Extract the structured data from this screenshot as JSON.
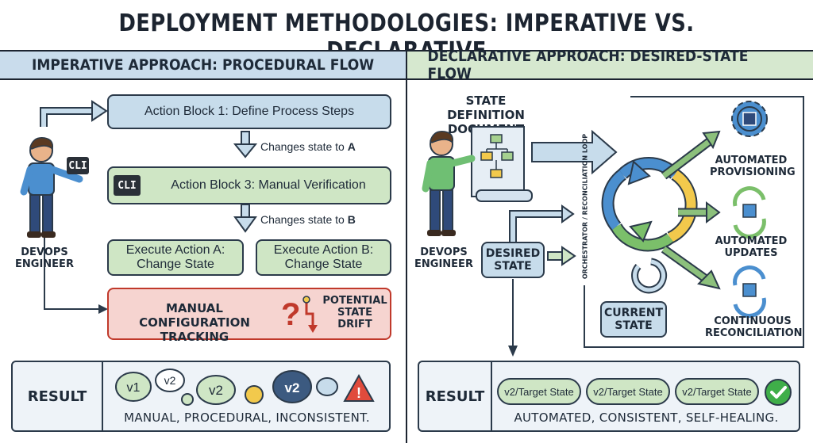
{
  "title": "DEPLOYMENT METHODOLOGIES: IMPERATIVE VS. DECLARATIVE",
  "imperative": {
    "header": "IMPERATIVE APPROACH: PROCEDURAL FLOW",
    "actor": "DEVOPS\nENGINEER",
    "cli_label": "CLI",
    "action1": "Action Block 1: Define Process Steps",
    "change_a": {
      "prefix": "Changes state to ",
      "state": "A"
    },
    "action3": "Action Block 3: Manual Verification",
    "change_b": {
      "prefix": "Changes state to ",
      "state": "B"
    },
    "exec_a": "Execute Action A:\nChange State",
    "exec_b": "Execute Action B:\nChange State",
    "manual": "MANUAL CONFIGURATION\nTRACKING",
    "drift": "POTENTIAL\nSTATE\nDRIFT",
    "result_label": "RESULT",
    "bubbles": [
      "v1",
      "v2",
      "v2",
      "v2"
    ],
    "result_text": "MANUAL, PROCEDURAL, INCONSISTENT."
  },
  "declarative": {
    "header": "DECLARATIVE APPROACH: DESIRED-STATE FLOW",
    "doc_title": "STATE DEFINITION\nDOCUMENT",
    "actor": "DEVOPS\nENGINEER",
    "desired": "DESIRED\nSTATE",
    "current": "CURRENT\nSTATE",
    "loop_label": "ORCHESTRATOR / RECONCILIATION LOOP",
    "outcomes": [
      "AUTOMATED\nPROVISIONING",
      "AUTOMATED\nUPDATES",
      "CONTINUOUS\nRECONCILIATION"
    ],
    "result_label": "RESULT",
    "pills": [
      "v2/Target State",
      "v2/Target State",
      "v2/Target State"
    ],
    "result_text": "AUTOMATED, CONSISTENT, SELF-HEALING."
  },
  "colors": {
    "blue": "#c7dceb",
    "green": "#cfe6c5",
    "red": "#f6d4d0",
    "navy": "#2b3a4a",
    "yellow": "#f2c94c"
  }
}
